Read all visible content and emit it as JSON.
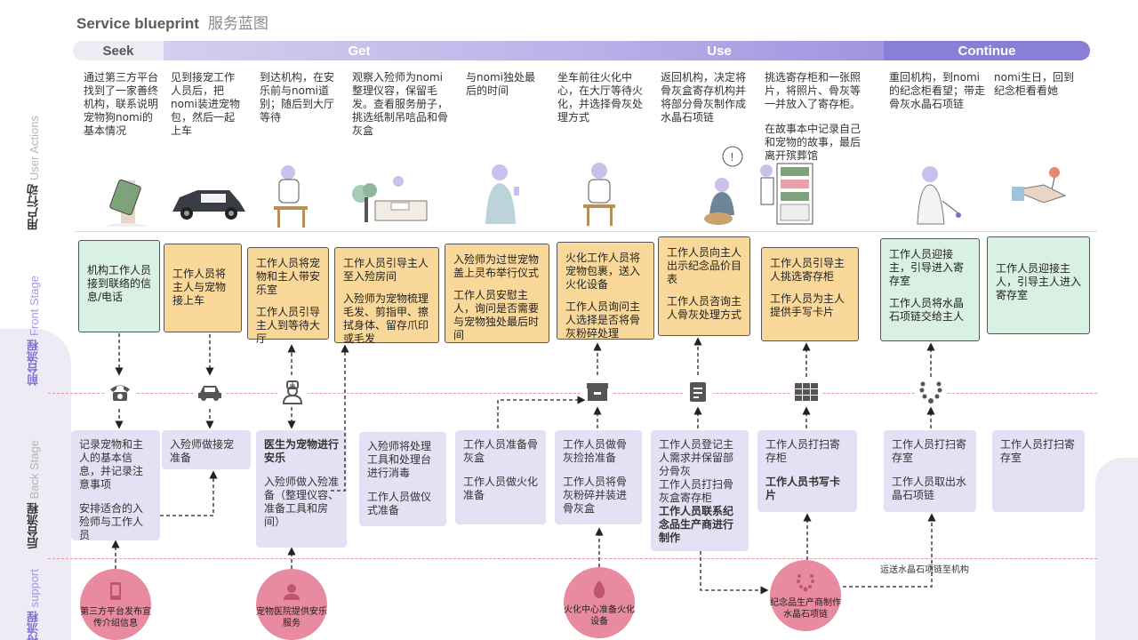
{
  "title": {
    "en": "Service blueprint",
    "cn": "服务蓝图"
  },
  "phases": [
    "Seek",
    "Get",
    "Use",
    "Continue"
  ],
  "lanes": {
    "user": {
      "cn": "用户行动",
      "en": "User Actions"
    },
    "front": {
      "cn": "前台流程",
      "en": "Front Stage"
    },
    "back": {
      "cn": "后台流程",
      "en": "Back Stage"
    },
    "support": {
      "cn": "支持流程",
      "en": "support"
    }
  },
  "actions": [
    "通过第三方平台找到了一家善终机构，联系说明宠物狗nomi的基本情况",
    "见到接宠工作人员后，把nomi装进宠物包，然后一起上车",
    "到达机构，在安乐前与nomi道别；随后到大厅等待",
    "观察入殓师为nomi整理仪容，保留毛发。查看服务册子，挑选纸制吊唁品和骨灰盒",
    "与nomi独处最后的时间",
    "坐车前往火化中心，在大厅等待火化，并选择骨灰处理方式",
    "返回机构，决定将骨灰盒寄存机构并将部分骨灰制作成水晶石项链",
    "挑选寄存柜和一张照片，将照片、骨灰等一并放入了寄存柜。",
    "重回机构，到nomi的纪念柜看望；带走骨灰水晶石项链",
    "nomi生日，回到纪念柜看看她"
  ],
  "action_extra": "在故事本中记录自己和宠物的故事，最后离开殡葬馆",
  "front": [
    "机构工作人员接到联络的信息/电话",
    "工作人员将主人与宠物接上车",
    "工作人员将宠物和主人带安乐室",
    "工作人员引导主人到等待大厅",
    "工作人员引导主人至入殓房间",
    "入殓师为宠物梳理毛发、剪指甲、擦拭身体、留存爪印或毛发",
    "入殓师为过世宠物盖上灵布举行仪式",
    "工作人员安慰主人，询问是否需要与宠物独处最后时间",
    "火化工作人员将宠物包裹，送入火化设备",
    "工作人员询问主人选择是否将骨灰粉碎处理",
    "工作人员向主人出示纪念品价目表",
    "工作人员咨询主人骨灰处理方式",
    "工作人员引导主人挑选寄存柜",
    "工作人员为主人提供手写卡片",
    "工作人员迎接主，引导进入寄存室",
    "工作人员将水晶石项链交给主人",
    "工作人员迎接主人，引导主人进入寄存室"
  ],
  "back": [
    "记录宠物和主人的基本信息，并记录注意事项",
    "安排适合的入殓师与工作人员",
    "入殓师做接宠准备",
    "医生为宠物进行安乐",
    "入殓师做入殓准备（整理仪容、准备工具和房间）",
    "入殓师将处理工具和处理台进行消毒",
    "工作人员做仪式准备",
    "工作人员准备骨灰盒",
    "工作人员做火化准备",
    "工作人员做骨灰捡拾准备",
    "工作人员将骨灰粉碎并装进骨灰盒",
    "工作人员登记主人需求并保留部分骨灰",
    "工作人员打扫骨灰盒寄存柜",
    "工作人员联系纪念品生产商进行制作",
    "工作人员打扫寄存柜",
    "工作人员书写卡片",
    "工作人员打扫寄存室",
    "工作人员取出水晶石项链",
    "工作人员打扫寄存室"
  ],
  "support": [
    "第三方平台发布宣传介绍信息",
    "宠物医院提供安乐服务",
    "火化中心准备火化设备",
    "纪念品生产商制作水晶石项链"
  ],
  "support_label": "运送水晶石项链至机构"
}
